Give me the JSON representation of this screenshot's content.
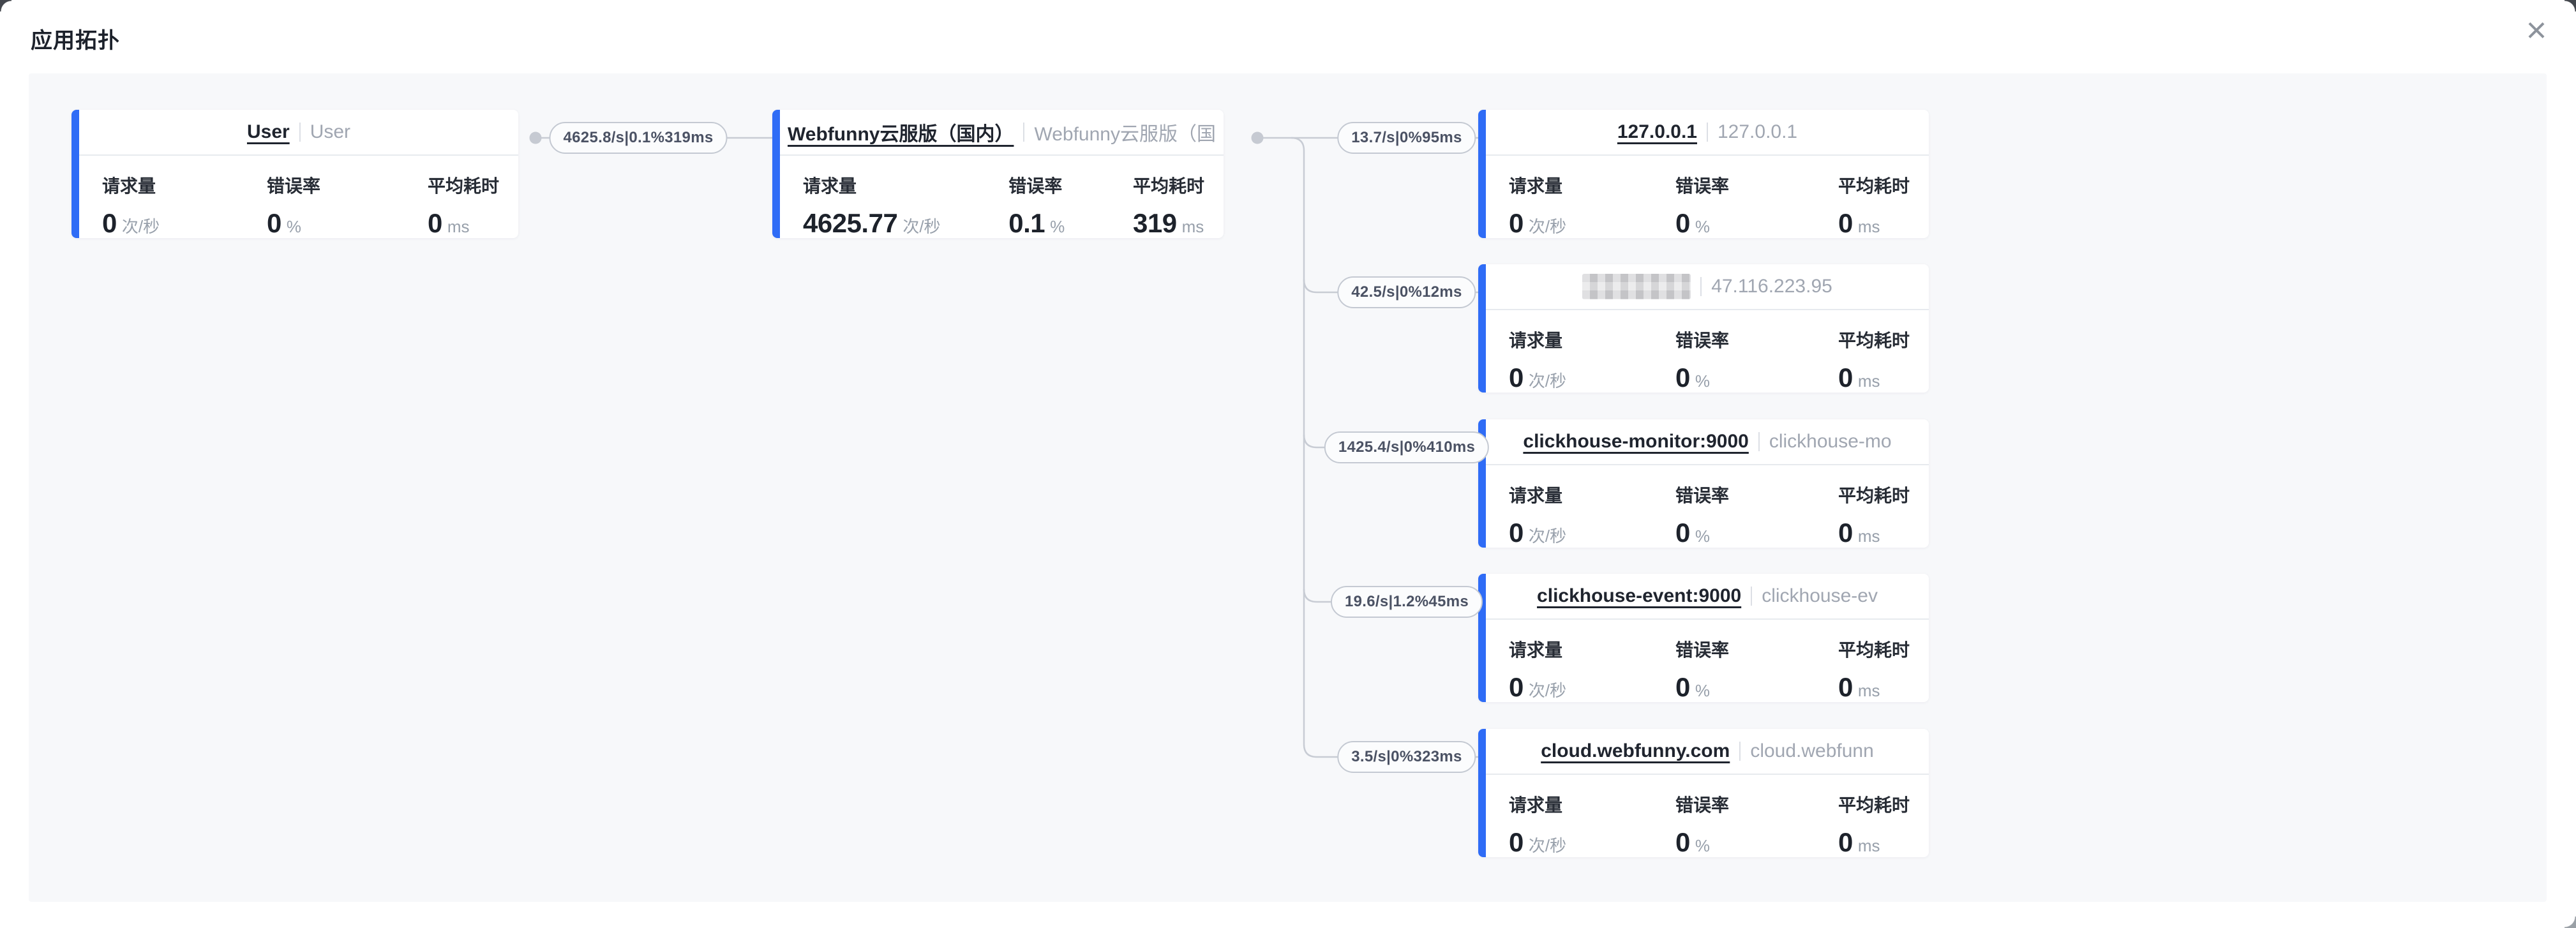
{
  "window": {
    "title": "应用拓扑",
    "close_icon": "×"
  },
  "colors": {
    "accent_blue": "#2f6cf6",
    "edge_gray": "#c8ccd4",
    "canvas_bg": "#f7f8fa",
    "card_bg": "#ffffff"
  },
  "metric_labels": {
    "requests": "请求量",
    "error_rate": "错误率",
    "avg_latency": "平均耗时"
  },
  "nodes": [
    {
      "title": "User",
      "subtitle": "User",
      "requests": "0",
      "requests_unit": "次/秒",
      "error": "0",
      "error_unit": "%",
      "latency": "0",
      "latency_unit": "ms"
    },
    {
      "title": "Webfunny云服版（国内）",
      "subtitle": "Webfunny云服版（国",
      "requests": "4625.77",
      "requests_unit": "次/秒",
      "error": "0.1",
      "error_unit": "%",
      "latency": "319",
      "latency_unit": "ms"
    },
    {
      "title": "127.0.0.1",
      "subtitle": "127.0.0.1",
      "requests": "0",
      "requests_unit": "次/秒",
      "error": "0",
      "error_unit": "%",
      "latency": "0",
      "latency_unit": "ms"
    },
    {
      "title": "",
      "subtitle": "47.116.223.95",
      "redacted": true,
      "requests": "0",
      "requests_unit": "次/秒",
      "error": "0",
      "error_unit": "%",
      "latency": "0",
      "latency_unit": "ms"
    },
    {
      "title": "clickhouse-monitor:9000",
      "subtitle": "clickhouse-mo",
      "requests": "0",
      "requests_unit": "次/秒",
      "error": "0",
      "error_unit": "%",
      "latency": "0",
      "latency_unit": "ms"
    },
    {
      "title": "clickhouse-event:9000",
      "subtitle": "clickhouse-ev",
      "requests": "0",
      "requests_unit": "次/秒",
      "error": "0",
      "error_unit": "%",
      "latency": "0",
      "latency_unit": "ms"
    },
    {
      "title": "cloud.webfunny.com",
      "subtitle": "cloud.webfunn",
      "requests": "0",
      "requests_unit": "次/秒",
      "error": "0",
      "error_unit": "%",
      "latency": "0",
      "latency_unit": "ms"
    }
  ],
  "edges": [
    {
      "label": "4625.8/s|0.1%319ms"
    },
    {
      "label": "13.7/s|0%95ms"
    },
    {
      "label": "42.5/s|0%12ms"
    },
    {
      "label": "1425.4/s|0%410ms"
    },
    {
      "label": "19.6/s|1.2%45ms"
    },
    {
      "label": "3.5/s|0%323ms"
    }
  ]
}
